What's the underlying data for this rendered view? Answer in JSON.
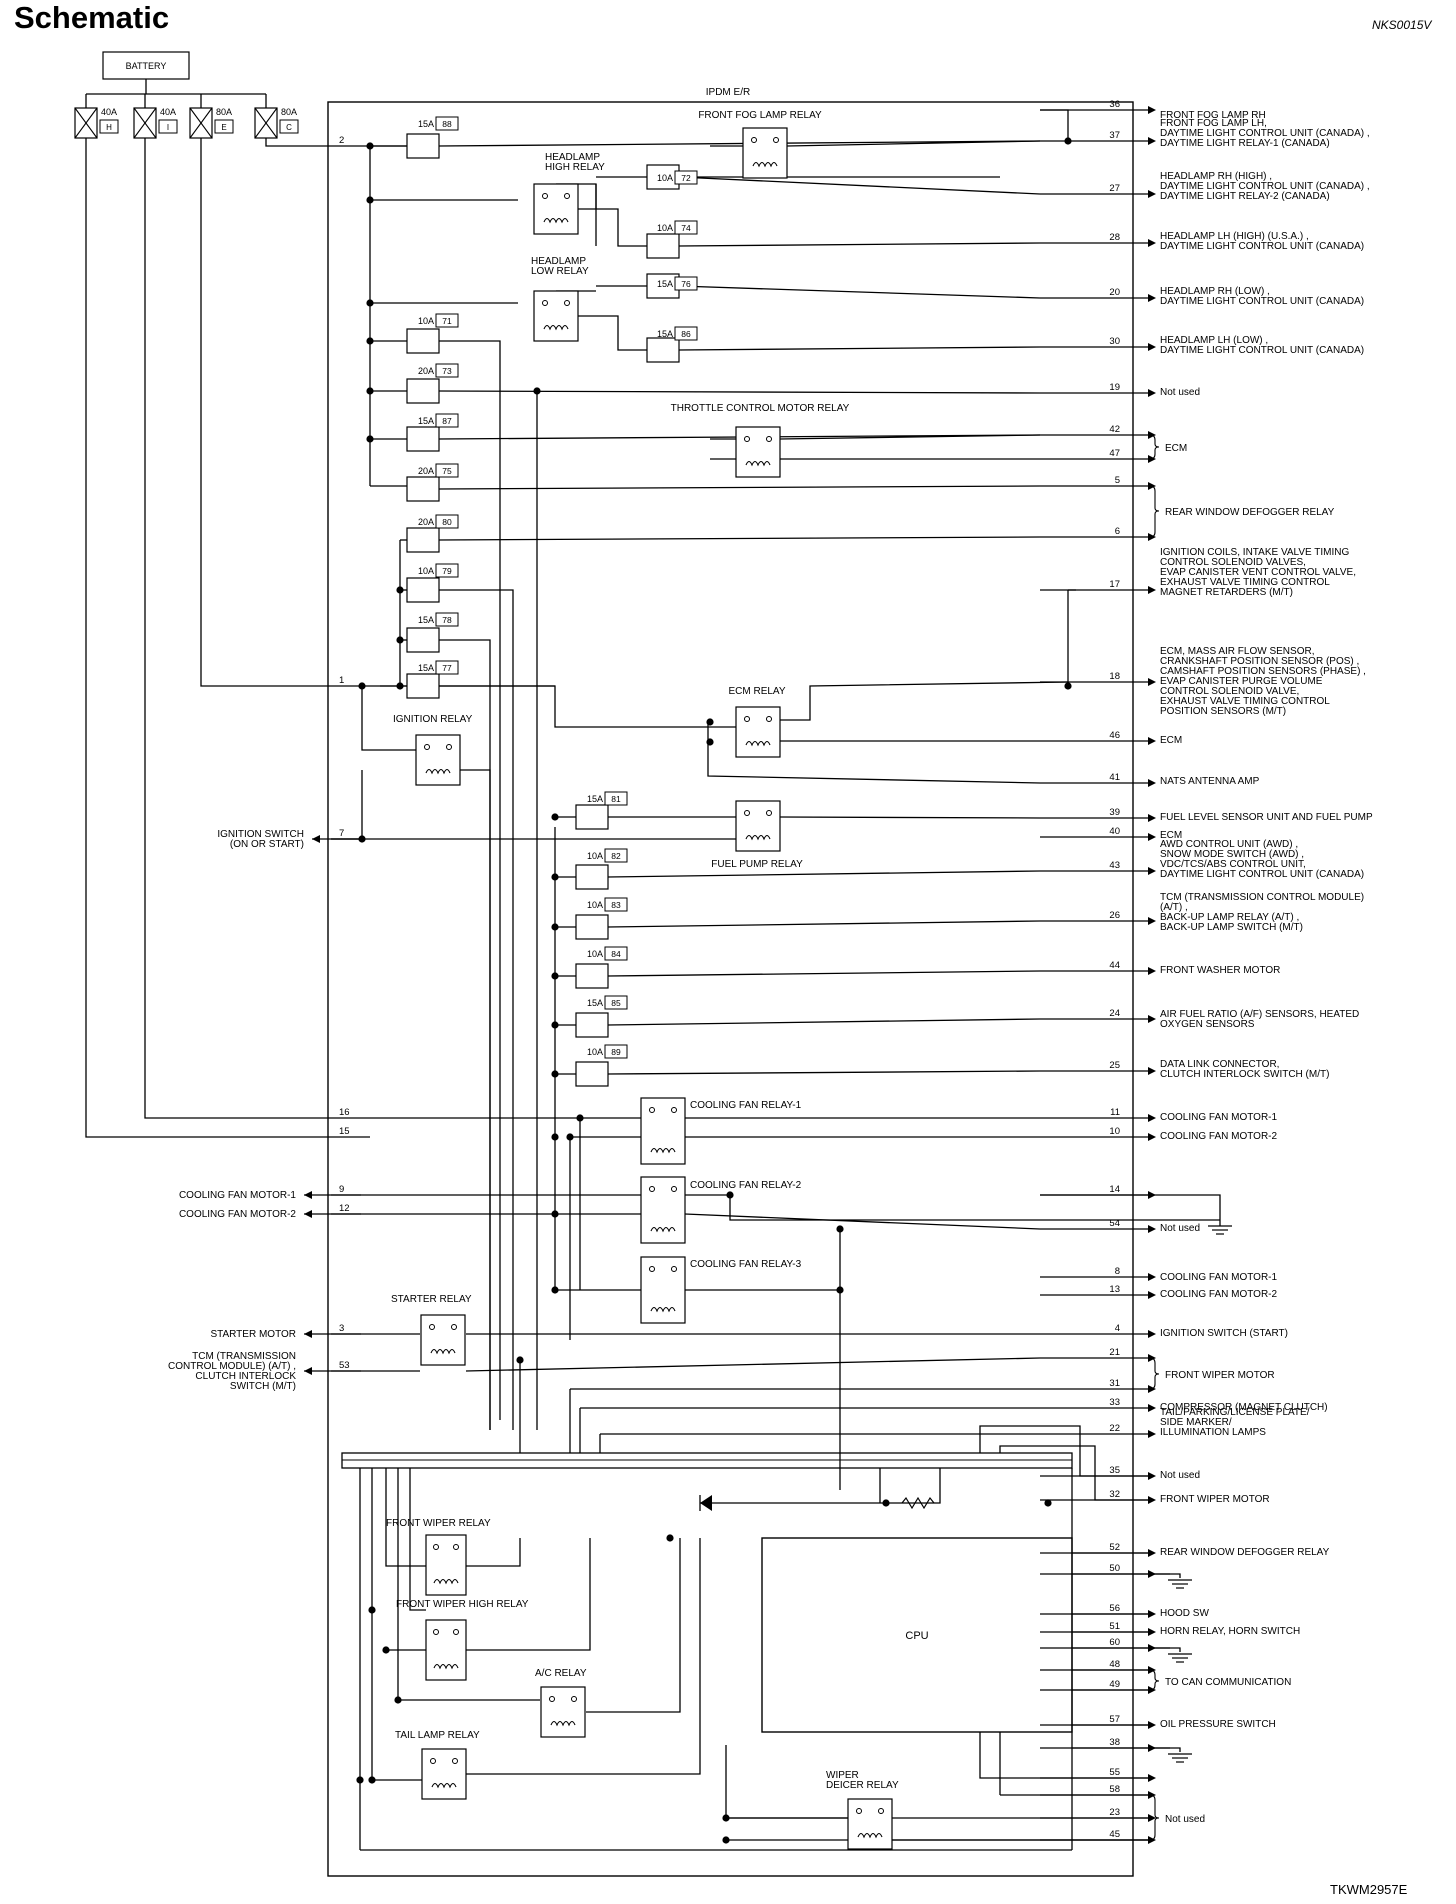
{
  "page": {
    "title": "Schematic",
    "doc_id": "NKS0015V",
    "figure_id": "TKWM2957E"
  },
  "module": {
    "name": "IPDM E/R",
    "cpu_label": "CPU"
  },
  "battery": {
    "label": "BATTERY"
  },
  "fusible_links": [
    {
      "rating": "40A",
      "code": "H"
    },
    {
      "rating": "40A",
      "code": "I"
    },
    {
      "rating": "80A",
      "code": "E"
    },
    {
      "rating": "80A",
      "code": "C"
    }
  ],
  "fuses": [
    {
      "rating": "15A",
      "number": "88"
    },
    {
      "rating": "10A",
      "number": "72"
    },
    {
      "rating": "10A",
      "number": "74"
    },
    {
      "rating": "15A",
      "number": "76"
    },
    {
      "rating": "15A",
      "number": "86"
    },
    {
      "rating": "10A",
      "number": "71"
    },
    {
      "rating": "20A",
      "number": "73"
    },
    {
      "rating": "15A",
      "number": "87"
    },
    {
      "rating": "20A",
      "number": "75"
    },
    {
      "rating": "20A",
      "number": "80"
    },
    {
      "rating": "10A",
      "number": "79"
    },
    {
      "rating": "15A",
      "number": "78"
    },
    {
      "rating": "15A",
      "number": "77"
    },
    {
      "rating": "15A",
      "number": "81"
    },
    {
      "rating": "10A",
      "number": "82"
    },
    {
      "rating": "10A",
      "number": "83"
    },
    {
      "rating": "10A",
      "number": "84"
    },
    {
      "rating": "15A",
      "number": "85"
    },
    {
      "rating": "10A",
      "number": "89"
    }
  ],
  "relays": [
    {
      "name": "FRONT FOG LAMP RELAY"
    },
    {
      "name": "HEADLAMP\nHIGH RELAY"
    },
    {
      "name": "HEADLAMP\nLOW RELAY"
    },
    {
      "name": "THROTTLE CONTROL MOTOR RELAY"
    },
    {
      "name": "ECM RELAY"
    },
    {
      "name": "IGNITION RELAY"
    },
    {
      "name": "FUEL PUMP RELAY"
    },
    {
      "name": "COOLING FAN RELAY-1"
    },
    {
      "name": "COOLING FAN RELAY-2"
    },
    {
      "name": "COOLING FAN RELAY-3"
    },
    {
      "name": "STARTER RELAY"
    },
    {
      "name": "FRONT WIPER RELAY"
    },
    {
      "name": "FRONT WIPER HIGH RELAY"
    },
    {
      "name": "A/C RELAY"
    },
    {
      "name": "TAIL LAMP RELAY"
    },
    {
      "name": "WIPER\nDEICER RELAY"
    }
  ],
  "left_pins": [
    {
      "pin": "2",
      "label": ""
    },
    {
      "pin": "1",
      "label": ""
    },
    {
      "pin": "7",
      "label": "IGNITION SWITCH\n(ON OR START)"
    },
    {
      "pin": "16",
      "label": ""
    },
    {
      "pin": "15",
      "label": ""
    },
    {
      "pin": "9",
      "label": "COOLING FAN MOTOR-1"
    },
    {
      "pin": "12",
      "label": "COOLING FAN MOTOR-2"
    },
    {
      "pin": "3",
      "label": "STARTER MOTOR"
    },
    {
      "pin": "53",
      "label": "TCM (TRANSMISSION\nCONTROL MODULE) (A/T) ,\nCLUTCH INTERLOCK\nSWITCH (M/T)"
    }
  ],
  "right_pins": [
    {
      "pin": "36",
      "label": "FRONT FOG LAMP RH"
    },
    {
      "pin": "37",
      "label": "FRONT FOG LAMP LH,\nDAYTIME LIGHT CONTROL UNIT (CANADA) ,\nDAYTIME LIGHT RELAY-1 (CANADA)"
    },
    {
      "pin": "27",
      "label": "HEADLAMP RH (HIGH) ,\nDAYTIME LIGHT CONTROL UNIT (CANADA) ,\nDAYTIME LIGHT RELAY-2 (CANADA)"
    },
    {
      "pin": "28",
      "label": "HEADLAMP LH (HIGH) (U.S.A.) ,\nDAYTIME LIGHT CONTROL UNIT (CANADA)"
    },
    {
      "pin": "20",
      "label": "HEADLAMP RH (LOW) ,\nDAYTIME LIGHT CONTROL UNIT (CANADA)"
    },
    {
      "pin": "30",
      "label": "HEADLAMP LH (LOW) ,\nDAYTIME LIGHT CONTROL UNIT (CANADA)"
    },
    {
      "pin": "19",
      "label": "Not used"
    },
    {
      "pin": "42",
      "label": ""
    },
    {
      "pin": "47",
      "label": ""
    },
    {
      "pin": "5",
      "label": ""
    },
    {
      "pin": "6",
      "label": ""
    },
    {
      "pin": "17",
      "label": "IGNITION COILS, INTAKE VALVE TIMING\nCONTROL SOLENOID VALVES,\nEVAP CANISTER VENT CONTROL VALVE,\nEXHAUST VALVE TIMING CONTROL\nMAGNET RETARDERS (M/T)"
    },
    {
      "pin": "18",
      "label": "ECM, MASS AIR FLOW SENSOR,\nCRANKSHAFT POSITION SENSOR (POS) ,\nCAMSHAFT POSITION SENSORS (PHASE) ,\nEVAP CANISTER PURGE VOLUME\nCONTROL SOLENOID VALVE,\nEXHAUST VALVE TIMING CONTROL\nPOSITION SENSORS (M/T)"
    },
    {
      "pin": "46",
      "label": "ECM"
    },
    {
      "pin": "41",
      "label": "NATS ANTENNA AMP"
    },
    {
      "pin": "39",
      "label": "FUEL LEVEL SENSOR UNIT AND FUEL PUMP"
    },
    {
      "pin": "40",
      "label": "ECM"
    },
    {
      "pin": "43",
      "label": "AWD CONTROL UNIT (AWD) ,\nSNOW MODE SWITCH (AWD) ,\nVDC/TCS/ABS CONTROL UNIT,\nDAYTIME LIGHT CONTROL UNIT (CANADA)"
    },
    {
      "pin": "26",
      "label": "TCM (TRANSMISSION CONTROL MODULE)\n(A/T) ,\nBACK-UP LAMP RELAY (A/T) ,\nBACK-UP LAMP SWITCH (M/T)"
    },
    {
      "pin": "44",
      "label": "FRONT WASHER MOTOR"
    },
    {
      "pin": "24",
      "label": "AIR FUEL RATIO (A/F) SENSORS, HEATED\nOXYGEN SENSORS"
    },
    {
      "pin": "25",
      "label": "DATA LINK CONNECTOR,\nCLUTCH INTERLOCK SWITCH (M/T)"
    },
    {
      "pin": "11",
      "label": "COOLING FAN MOTOR-1"
    },
    {
      "pin": "10",
      "label": "COOLING FAN MOTOR-2"
    },
    {
      "pin": "14",
      "label": ""
    },
    {
      "pin": "54",
      "label": "Not used"
    },
    {
      "pin": "8",
      "label": "COOLING FAN MOTOR-1"
    },
    {
      "pin": "13",
      "label": "COOLING FAN MOTOR-2"
    },
    {
      "pin": "4",
      "label": "IGNITION SWITCH (START)"
    },
    {
      "pin": "21",
      "label": ""
    },
    {
      "pin": "31",
      "label": ""
    },
    {
      "pin": "33",
      "label": "COMPRESSOR (MAGNET CLUTCH)"
    },
    {
      "pin": "22",
      "label": "TAIL/PARKING/LICENSE PLATE/\nSIDE MARKER/\nILLUMINATION LAMPS"
    },
    {
      "pin": "35",
      "label": "Not used"
    },
    {
      "pin": "32",
      "label": "FRONT WIPER MOTOR"
    },
    {
      "pin": "52",
      "label": "REAR WINDOW DEFOGGER RELAY"
    },
    {
      "pin": "50",
      "label": ""
    },
    {
      "pin": "56",
      "label": "HOOD SW"
    },
    {
      "pin": "51",
      "label": "HORN RELAY, HORN SWITCH"
    },
    {
      "pin": "60",
      "label": ""
    },
    {
      "pin": "48",
      "label": ""
    },
    {
      "pin": "49",
      "label": ""
    },
    {
      "pin": "57",
      "label": "OIL PRESSURE SWITCH"
    },
    {
      "pin": "38",
      "label": ""
    },
    {
      "pin": "55",
      "label": ""
    },
    {
      "pin": "58",
      "label": ""
    },
    {
      "pin": "23",
      "label": ""
    },
    {
      "pin": "45",
      "label": ""
    }
  ],
  "brace_groups": [
    {
      "label": "ECM"
    },
    {
      "label": "REAR WINDOW DEFOGGER RELAY"
    },
    {
      "label": "FRONT WIPER MOTOR"
    },
    {
      "label": "TO CAN COMMUNICATION"
    },
    {
      "label": "Not used"
    }
  ]
}
